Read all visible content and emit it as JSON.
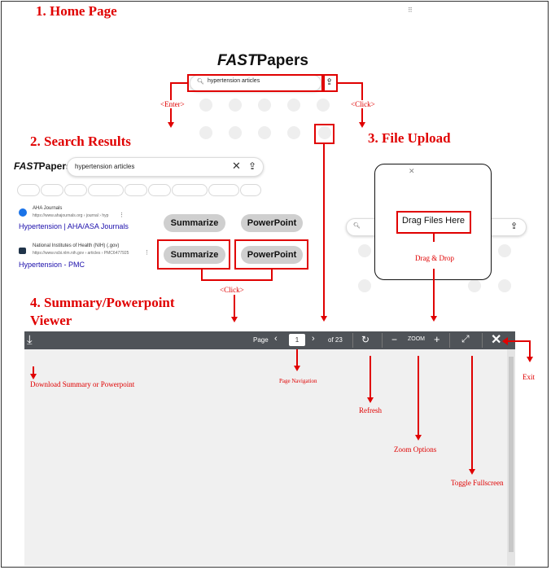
{
  "sections": {
    "home": "1. Home Page",
    "search": "2.  Search Results",
    "upload": "3. File Upload",
    "viewer_line1": "4. Summary/Powerpoint",
    "viewer_line2": "Viewer"
  },
  "logo": {
    "italic": "FAST",
    "rest": "Papers"
  },
  "home": {
    "search_text": "hypertension articles"
  },
  "annotations": {
    "enter": "<Enter>",
    "click_home": "<Click>",
    "click_results": "<Click>",
    "drag_drop": "Drag & Drop",
    "download": "Download Summary or Powerpoint",
    "page_nav": "Page Navigation",
    "refresh": "Refresh",
    "zoom": "Zoom Options",
    "fullscreen": "Toggle Fullscreen",
    "exit": "Exit"
  },
  "results": {
    "search_text": "hypertension articles",
    "items": [
      {
        "source": "AHA Journals",
        "url": "https://www.ahajournals.org › journal › hyp",
        "title": "Hypertension | AHA/ASA Journals",
        "summarize": "Summarize",
        "powerpoint": "PowerPoint"
      },
      {
        "source": "National Institutes of Health (NIH) (.gov)",
        "url": "https://www.ncbi.nlm.nih.gov › articles › PMC6477925",
        "title": "Hypertension - PMC",
        "summarize": "Summarize",
        "powerpoint": "PowerPoint"
      }
    ]
  },
  "upload": {
    "drag_text": "Drag Files Here"
  },
  "viewer": {
    "page_label": "Page",
    "page_value": "1",
    "page_total": "of 23",
    "zoom_label": "ZOOM",
    "zoom_minus": "−",
    "zoom_plus": "+"
  },
  "colors": {
    "annotation": "#e00000",
    "toolbar": "#4f5358",
    "link": "#1a0dab"
  }
}
